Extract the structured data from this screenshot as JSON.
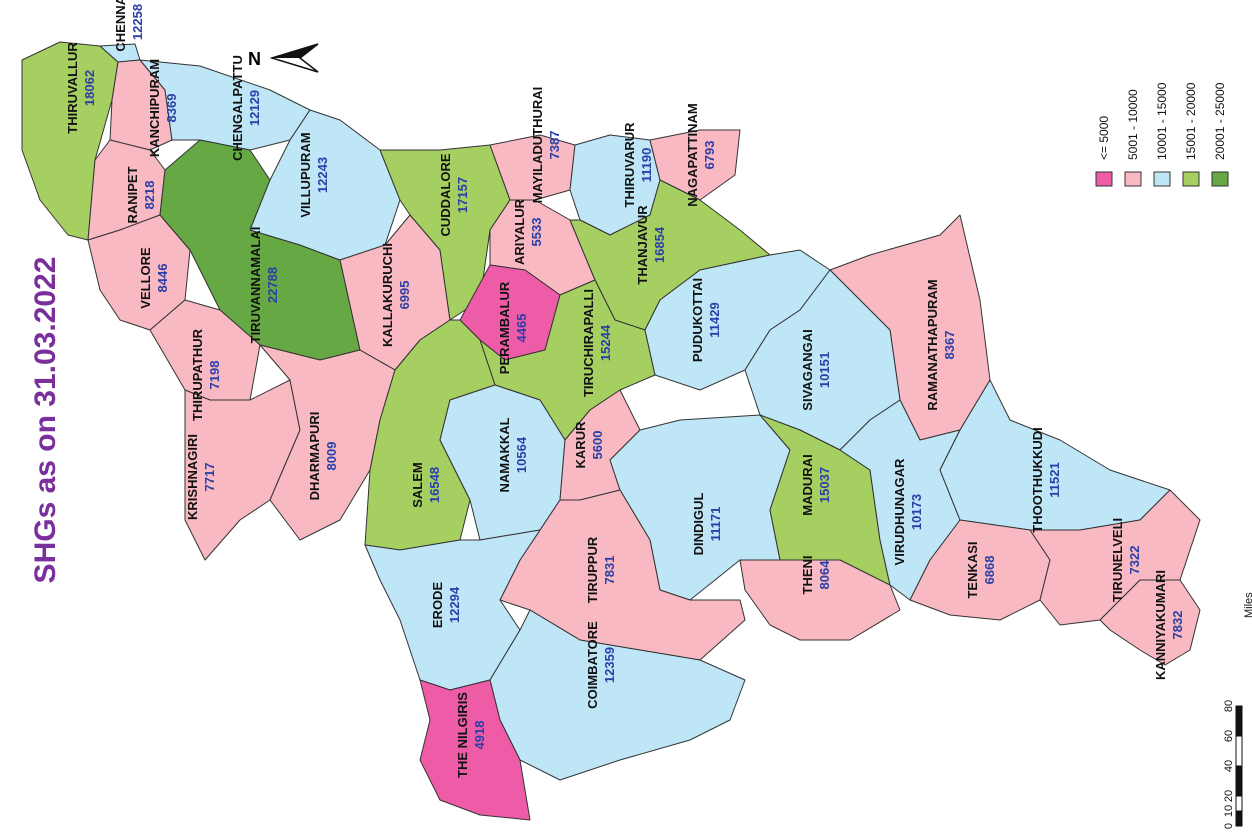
{
  "title": "SHGs as on 31.03.2022",
  "north_label": "N",
  "colors": {
    "lte_5000": "#ee5ca8",
    "r5001_10000": "#f8b9c2",
    "r10001_15000": "#bee6f7",
    "r15001_20000": "#a6cf62",
    "r20001_25000": "#66a844",
    "border": "#333333"
  },
  "legend": [
    {
      "label": "<= 5000",
      "color": "#ee5ca8"
    },
    {
      "label": "5001 - 10000",
      "color": "#f8b9c2"
    },
    {
      "label": "10001 - 15000",
      "color": "#bee6f7"
    },
    {
      "label": "15001 - 20000",
      "color": "#a6cf62"
    },
    {
      "label": "20001 - 25000",
      "color": "#66a844"
    }
  ],
  "scale_bar": {
    "ticks": [
      "0",
      "10",
      "20",
      "40",
      "60",
      "80"
    ],
    "unit": "Miles"
  },
  "districts": [
    {
      "name": "CHENNAI",
      "value": "12258"
    },
    {
      "name": "THIRUVALLUR",
      "value": "18062"
    },
    {
      "name": "KANCHIPURAM",
      "value": "8369"
    },
    {
      "name": "CHENGALPATTU",
      "value": "12129"
    },
    {
      "name": "RANIPET",
      "value": "8218"
    },
    {
      "name": "VELLORE",
      "value": "8446"
    },
    {
      "name": "TIRUVANNAMALAI",
      "value": "22788"
    },
    {
      "name": "VILLUPURAM",
      "value": "12243"
    },
    {
      "name": "CUDDALORE",
      "value": "17157"
    },
    {
      "name": "KALLAKURUCHI",
      "value": "6995"
    },
    {
      "name": "MAYILADUTHURAI",
      "value": "7387"
    },
    {
      "name": "THIRUVARUR",
      "value": "11190"
    },
    {
      "name": "NAGAPATTINAM",
      "value": "6793"
    },
    {
      "name": "ARIYALUR",
      "value": "5533"
    },
    {
      "name": "THANJAVUR",
      "value": "16854"
    },
    {
      "name": "PERAMBALUR",
      "value": "4465"
    },
    {
      "name": "TIRUCHIRAPALLI",
      "value": "15244"
    },
    {
      "name": "PUDUKOTTAI",
      "value": "11429"
    },
    {
      "name": "RAMANATHAPURAM",
      "value": "8367"
    },
    {
      "name": "SIVAGANGAI",
      "value": "10151"
    },
    {
      "name": "THIRUPATHUR",
      "value": "7198"
    },
    {
      "name": "KRISHNAGIRI",
      "value": "7717"
    },
    {
      "name": "DHARMAPURI",
      "value": "8009"
    },
    {
      "name": "SALEM",
      "value": "16548"
    },
    {
      "name": "NAMAKKAL",
      "value": "10564"
    },
    {
      "name": "KARUR",
      "value": "5600"
    },
    {
      "name": "DINDIGUL",
      "value": "11171"
    },
    {
      "name": "MADURAI",
      "value": "15037"
    },
    {
      "name": "VIRUDHUNAGAR",
      "value": "10173"
    },
    {
      "name": "THOOTHUKKUDI",
      "value": "11521"
    },
    {
      "name": "TENKASI",
      "value": "6868"
    },
    {
      "name": "TIRUNELVELI",
      "value": "7322"
    },
    {
      "name": "KANNIYAKUMARI",
      "value": "7832"
    },
    {
      "name": "THENI",
      "value": "8064"
    },
    {
      "name": "TIRUPPUR",
      "value": "7831"
    },
    {
      "name": "ERODE",
      "value": "12294"
    },
    {
      "name": "COIMBATORE",
      "value": "12359"
    },
    {
      "name": "THE NILGIRIS",
      "value": "4918"
    }
  ]
}
